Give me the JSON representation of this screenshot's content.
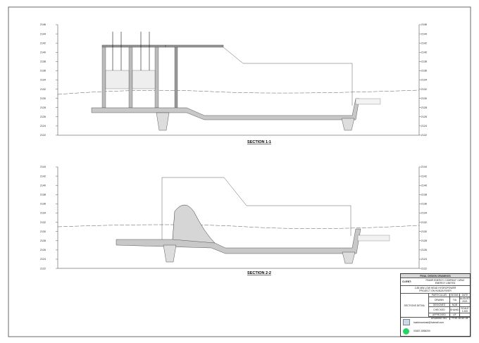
{
  "sections": [
    {
      "title": "SECTION 1-1",
      "elevations": [
        "2146",
        "2144",
        "2142",
        "2140",
        "2138",
        "2136",
        "2134",
        "2132",
        "2130",
        "2128",
        "2126",
        "2124",
        "2122"
      ]
    },
    {
      "title": "SECTION 2-2",
      "elevations": [
        "2144",
        "2142",
        "2140",
        "2138",
        "2136",
        "2134",
        "2132",
        "2130",
        "2128",
        "2126",
        "2124",
        "2122"
      ]
    }
  ],
  "title_block": {
    "header": "FINAL DESIGN DRAWINGS",
    "client_label": "CLIENT:",
    "client": "PAMIR ENERGY COMPANY / APAX ENERGY LIMITED",
    "project": "1.85 MW LOW HEAD HYDROPOWER PROJECT ON HUNZA RIVER",
    "drawing_title": "SECTIONS DETAIL",
    "table_headers": [
      "PARTICULAR",
      "SIGNS",
      "DATE"
    ],
    "rows": [
      {
        "label": "DRAWN",
        "sign": "TIA"
      },
      {
        "label": "DESIGNED",
        "sign": "NQB"
      },
      {
        "label": "CHECKED",
        "sign": "SHAHID"
      },
      {
        "label": "APPROVED",
        "sign": "UF"
      }
    ],
    "date": "AUGUST 2021",
    "scale": "SCALE 1:200",
    "drawing_no_label": "DRAWING NO.",
    "drawing_no": "P.HE-18-SE-08",
    "email": "hashimarshad@hotmail.com",
    "phone": "03457-2898200",
    "colors": {
      "whatsapp": "#25d366",
      "concrete": "#c8c8c8"
    }
  }
}
